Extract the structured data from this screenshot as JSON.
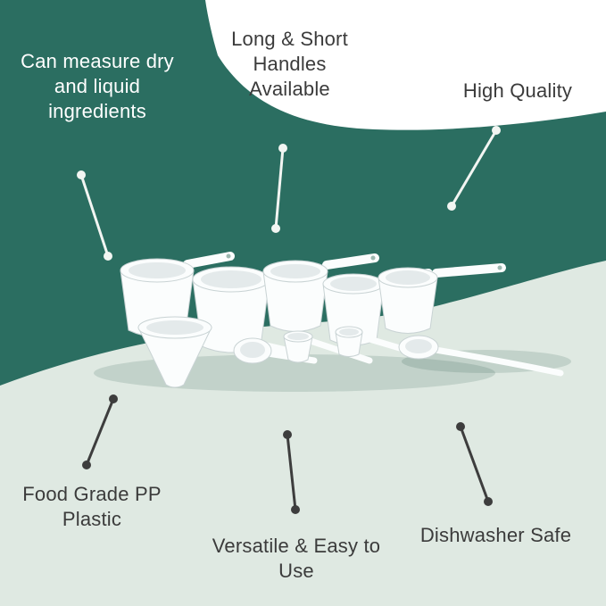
{
  "colors": {
    "teal": "#2b6e61",
    "mint": "#dfe9e2",
    "white": "#ffffff",
    "text-dark": "#3b3b3b",
    "pin-light": "#f2f5f2",
    "pin-dark": "#3d3d3d",
    "cup-fill": "#fbfdfd",
    "cup-stroke": "#c9d3d4",
    "cup-inner": "#e4eaeb"
  },
  "callouts": {
    "measure": {
      "lines": [
        "Can measure dry",
        "and liquid",
        "ingredients"
      ]
    },
    "handles": {
      "lines": [
        "Long & Short",
        "Handles",
        "Available"
      ]
    },
    "quality": {
      "lines": [
        "High Quality"
      ]
    },
    "food_grade": {
      "lines": [
        "Food Grade PP",
        "Plastic"
      ]
    },
    "versatile": {
      "lines": [
        "Versatile & Easy to",
        "Use"
      ]
    },
    "dishwasher": {
      "lines": [
        "Dishwasher Safe"
      ]
    }
  },
  "product": {
    "name": "measuring-cups-and-spoons-set"
  }
}
